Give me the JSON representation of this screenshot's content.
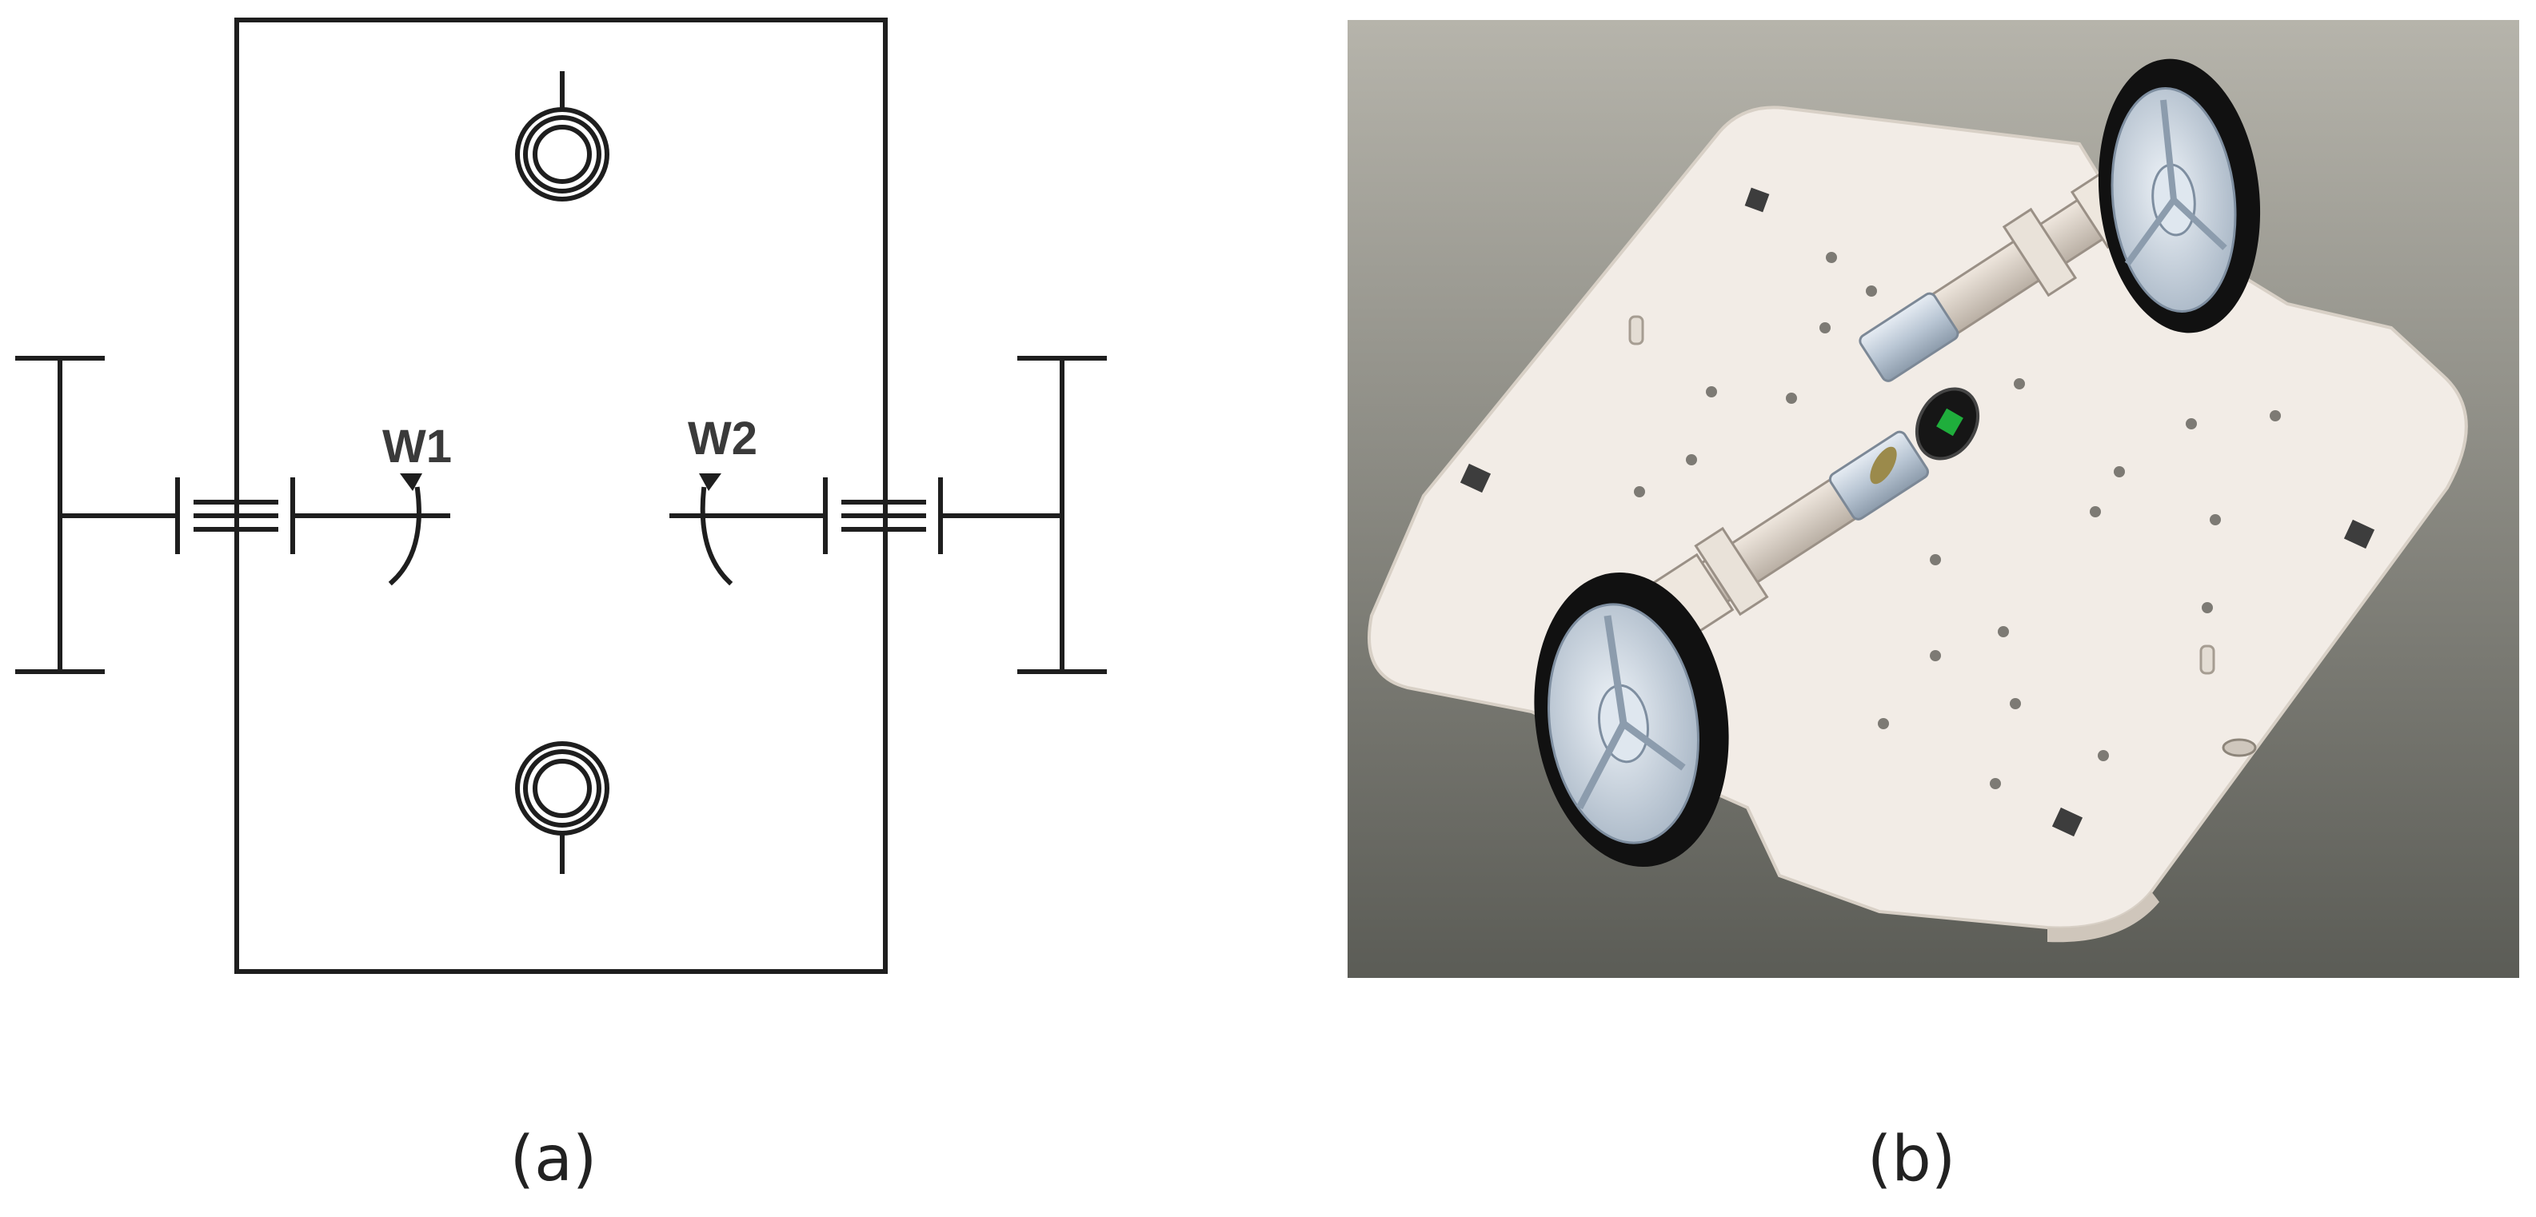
{
  "panel_a": {
    "caption": "(a)",
    "labels": {
      "w1": "W1",
      "w2": "W2"
    }
  },
  "panel_b": {
    "caption": "(b)"
  },
  "colors": {
    "line": "#1e1e1e",
    "plate": "#f3ede7",
    "render_bg_top": "#b4b1a8",
    "render_bg_bottom": "#5c5d57",
    "tire": "#111111",
    "hub": "#cfd9e3",
    "motor": "#c8d3df",
    "status_led": "#1fae3c"
  }
}
